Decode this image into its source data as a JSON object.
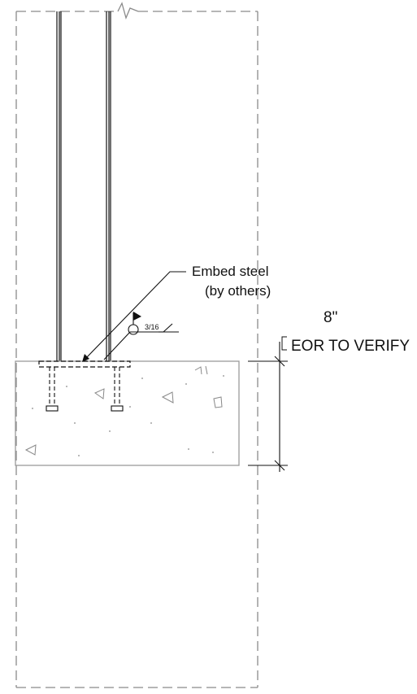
{
  "annotations": {
    "embed_label_line1": "Embed steel",
    "embed_label_line2": "(by others)",
    "weld_size": "3/16"
  },
  "dimension": {
    "value": "8\"",
    "note": "EOR TO VERIFY"
  },
  "colors": {
    "ink": "#111111",
    "hidden_line": "#7a7a7a",
    "concrete_outline": "#9a9a9a",
    "aggregate": "#888888",
    "background": "#ffffff"
  }
}
